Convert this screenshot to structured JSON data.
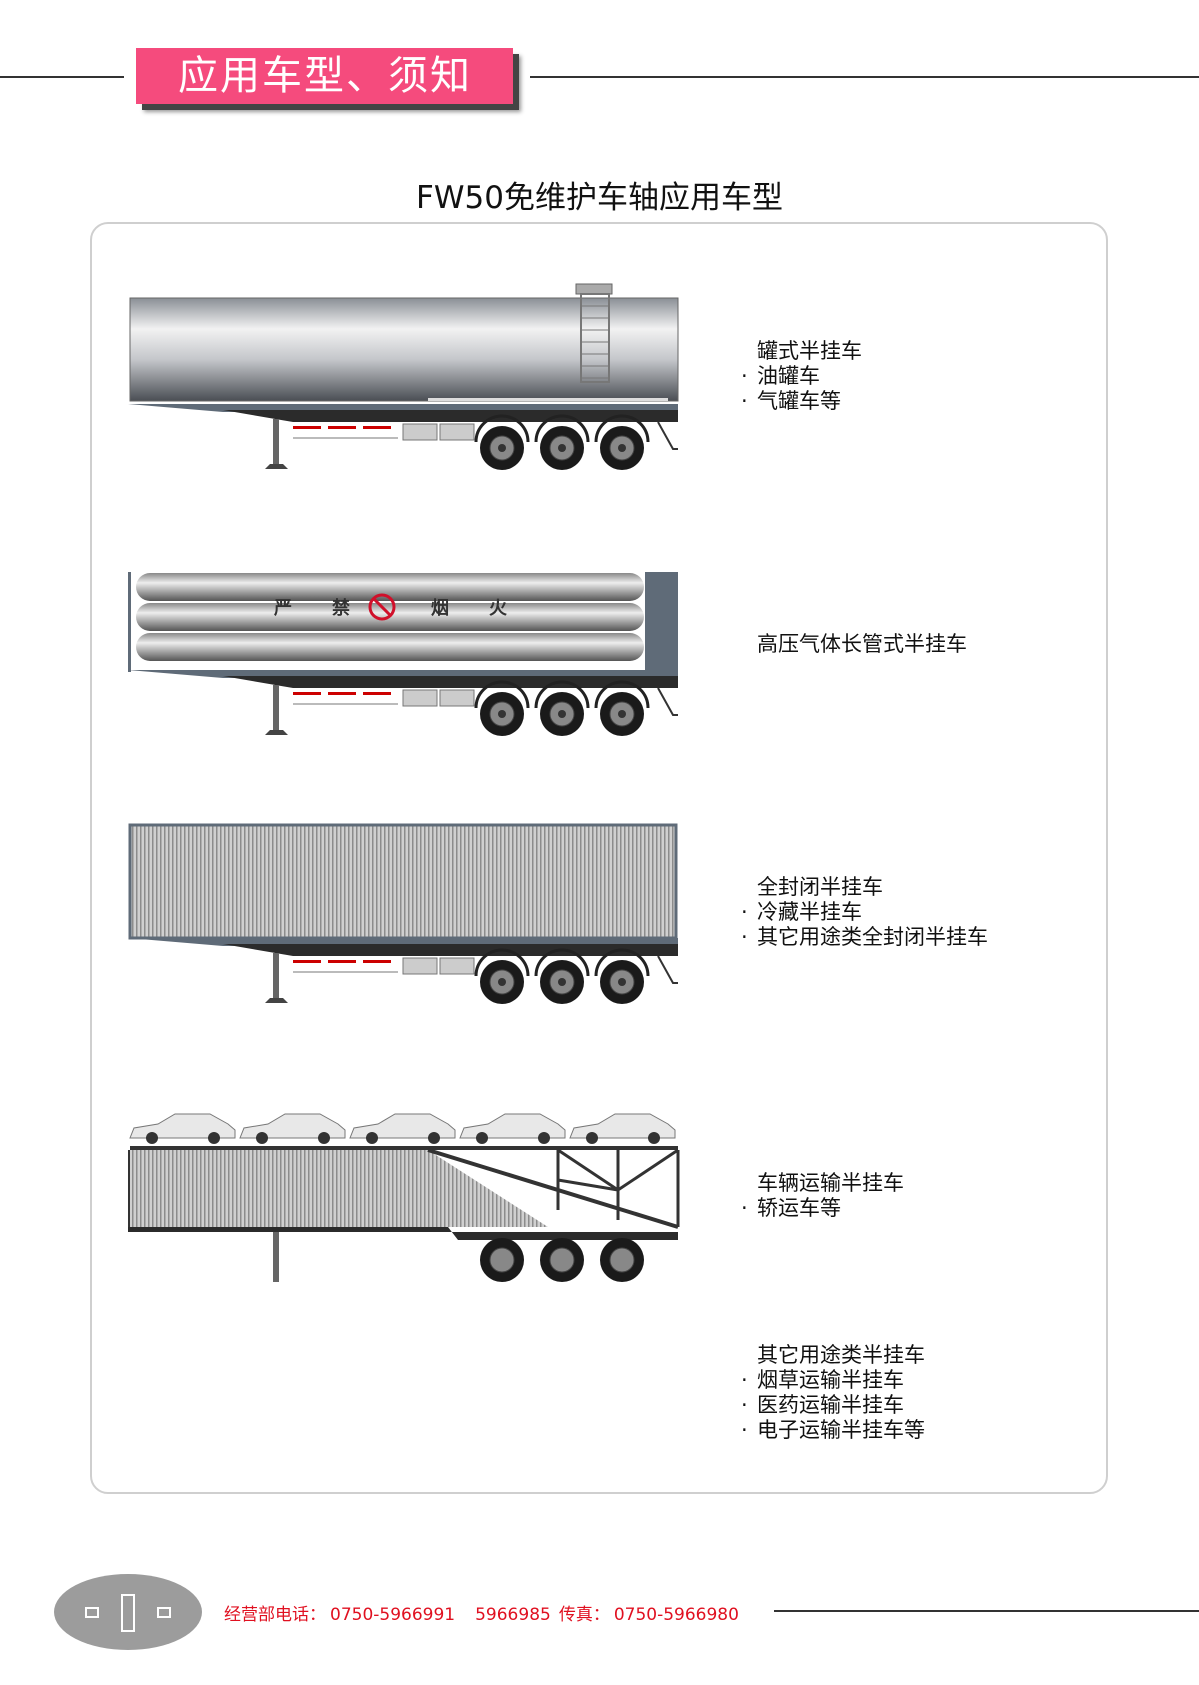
{
  "header": {
    "section_title": "应用车型、须知"
  },
  "page_title": "FW50免维护车轴应用车型",
  "trailers": [
    {
      "type": "tank",
      "heading": "罐式半挂车",
      "items": [
        "油罐车",
        "气罐车等"
      ]
    },
    {
      "type": "tube",
      "heading": "高压气体长管式半挂车",
      "items": [],
      "sign_text": [
        "严",
        "禁",
        "烟",
        "火"
      ]
    },
    {
      "type": "box",
      "heading": "全封闭半挂车",
      "items": [
        "冷藏半挂车",
        "其它用途类全封闭半挂车"
      ]
    },
    {
      "type": "car",
      "heading": "车辆运输半挂车",
      "items": [
        "轿运车等"
      ]
    },
    {
      "type": "none",
      "heading": "其它用途类半挂车",
      "items": [
        "烟草运输半挂车",
        "医药运输半挂车",
        "电子运输半挂车等"
      ]
    }
  ],
  "footer": {
    "sales_label": "经营部电话：",
    "phone1": "0750-5966991",
    "phone2": "5966985",
    "fax_label": "传真：",
    "fax": "0750-5966980"
  },
  "colors": {
    "banner": "#f54b7d",
    "footer_text": "#e01020",
    "oval": "#9c9c9c"
  }
}
